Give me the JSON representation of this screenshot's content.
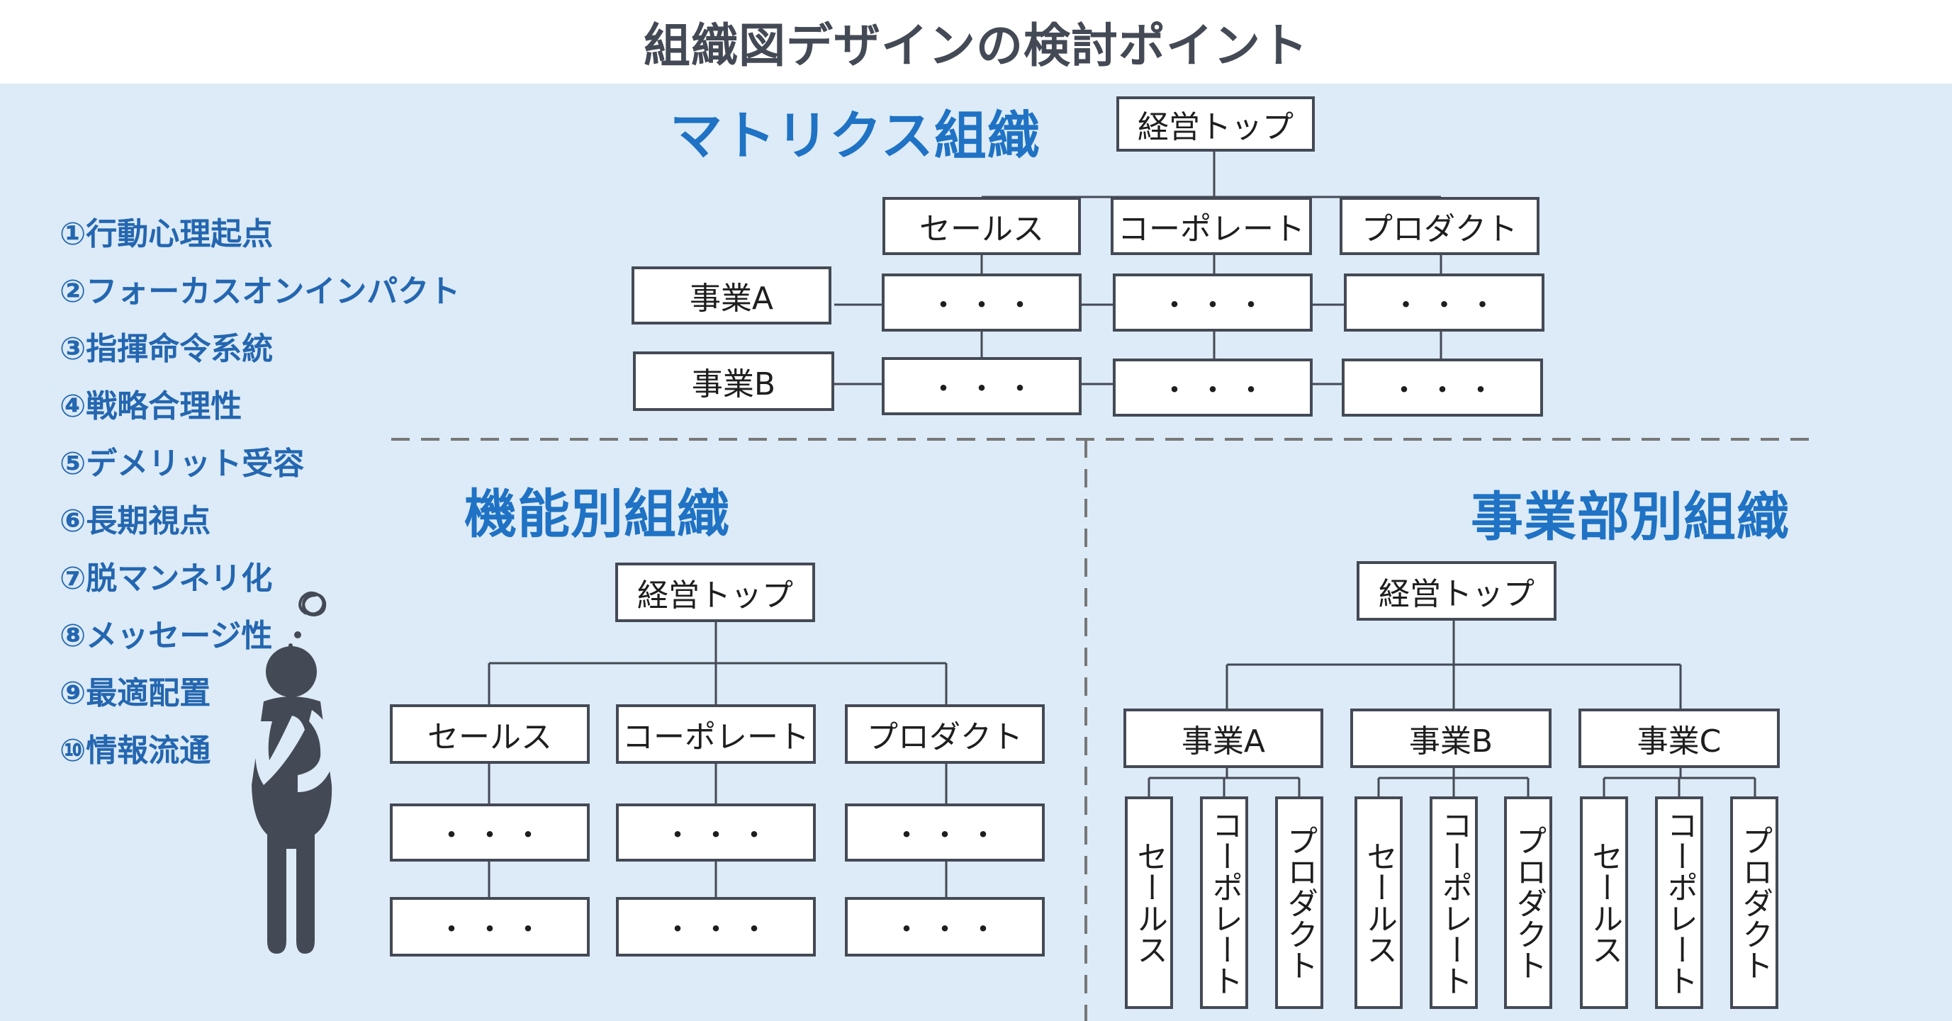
{
  "title": "組織図デザインの検討ポイント",
  "checklist": [
    "①行動心理起点",
    "②フォーカスオンインパクト",
    "③指揮命令系統",
    "④戦略合理性",
    "⑤デメリット受容",
    "⑥長期視点",
    "⑦脱マンネリ化",
    "⑧メッセージ性",
    "⑨最適配置",
    "⑩情報流通"
  ],
  "matrix": {
    "heading": "マトリクス組織",
    "top": "経営トップ",
    "columns": [
      "セールス",
      "コーポレート",
      "プロダクト"
    ],
    "rows": [
      "事業A",
      "事業B"
    ],
    "cell": "・・・"
  },
  "functional": {
    "heading": "機能別組織",
    "top": "経営トップ",
    "columns": [
      "セールス",
      "コーポレート",
      "プロダクト"
    ],
    "cell": "・・・"
  },
  "divisional": {
    "heading": "事業部別組織",
    "top": "経営トップ",
    "divisions": [
      "事業A",
      "事業B",
      "事業C"
    ],
    "functions": [
      "セールス",
      "コーポレート",
      "プロダクト"
    ]
  },
  "colors": {
    "panel": "#dcebf7",
    "heading": "#1f72c4",
    "checklist": "#2466b0",
    "box_border": "#444a55",
    "figure": "#444a55"
  },
  "icons": [
    "thinking-person-icon",
    "tangled-thought-icon"
  ]
}
